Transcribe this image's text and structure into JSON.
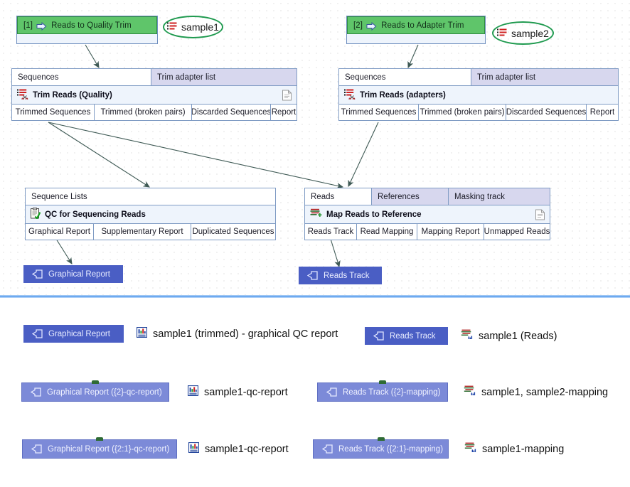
{
  "canvas": {
    "input_nodes": [
      {
        "index": "[1]",
        "label": "Reads to Quality Trim",
        "icon": "flow-arrow-icon"
      },
      {
        "index": "[2]",
        "label": "Reads to Adapter Trim",
        "icon": "flow-arrow-icon"
      }
    ],
    "sample_pills": [
      {
        "label": "sample1",
        "icon": "sequence-list-icon",
        "ring_color": "#1f9a4f"
      },
      {
        "label": "sample2",
        "icon": "sequence-list-icon",
        "ring_color": "#1f9a4f"
      }
    ],
    "process_nodes": [
      {
        "title": "Trim Reads (Quality)",
        "icon": "trim-reads-icon",
        "has_report_badge": true,
        "inputs": [
          {
            "label": "Sequences",
            "connected": true
          },
          {
            "label": "Trim adapter list",
            "connected": false
          }
        ],
        "outputs": [
          {
            "label": "Trimmed Sequences"
          },
          {
            "label": "Trimmed (broken pairs)"
          },
          {
            "label": "Discarded Sequences"
          },
          {
            "label": "Report"
          }
        ]
      },
      {
        "title": "Trim Reads (adapters)",
        "icon": "trim-reads-icon",
        "has_report_badge": false,
        "inputs": [
          {
            "label": "Sequences",
            "connected": true
          },
          {
            "label": "Trim adapter list",
            "connected": false
          }
        ],
        "outputs": [
          {
            "label": "Trimmed Sequences"
          },
          {
            "label": "Trimmed (broken pairs)"
          },
          {
            "label": "Discarded Sequences"
          },
          {
            "label": "Report"
          }
        ]
      },
      {
        "title": "QC for Sequencing Reads",
        "icon": "qc-clipboard-icon",
        "has_report_badge": false,
        "inputs": [
          {
            "label": "Sequence Lists",
            "connected": true
          }
        ],
        "outputs": [
          {
            "label": "Graphical Report"
          },
          {
            "label": "Supplementary Report"
          },
          {
            "label": "Duplicated Sequences"
          }
        ]
      },
      {
        "title": "Map Reads to Reference",
        "icon": "map-reads-icon",
        "has_report_badge": true,
        "inputs": [
          {
            "label": "Reads",
            "connected": true
          },
          {
            "label": "References",
            "connected": false
          },
          {
            "label": "Masking track",
            "connected": false
          }
        ],
        "outputs": [
          {
            "label": "Reads Track"
          },
          {
            "label": "Read Mapping"
          },
          {
            "label": "Mapping Report"
          },
          {
            "label": "Unmapped Reads"
          }
        ]
      }
    ],
    "output_nodes": [
      {
        "label": "Graphical Report",
        "icon": "output-pentagon-icon"
      },
      {
        "label": "Reads Track",
        "icon": "output-pentagon-icon"
      }
    ]
  },
  "output_panel": {
    "rows": [
      {
        "node_label": "Graphical Report",
        "node_icon": "output-pentagon-icon",
        "result_label": "sample1 (trimmed) - graphical QC report",
        "result_icon": "graphical-report-icon"
      },
      {
        "node_label": "Reads Track",
        "node_icon": "output-pentagon-icon",
        "result_label": "sample1 (Reads)",
        "result_icon": "reads-track-icon"
      },
      {
        "node_label": "Graphical Report ({2}-qc-report)",
        "node_icon": "output-pentagon-icon",
        "result_label": "sample1-qc-report",
        "result_icon": "graphical-report-icon"
      },
      {
        "node_label": "Reads Track ({2}-mapping)",
        "node_icon": "output-pentagon-icon",
        "result_label": "sample1, sample2-mapping",
        "result_icon": "reads-track-icon"
      },
      {
        "node_label": "Graphical Report ({2:1}-qc-report)",
        "node_icon": "output-pentagon-icon",
        "result_label": "sample1-qc-report",
        "result_icon": "graphical-report-icon"
      },
      {
        "node_label": "Reads Track ({2:1}-mapping)",
        "node_icon": "output-pentagon-icon",
        "result_label": "sample1-mapping",
        "result_icon": "reads-track-icon"
      }
    ]
  },
  "colors": {
    "input_node_green": "#5fc56a",
    "process_port_lavender": "#d7d7ee",
    "output_node_blue": "#4a5ec4",
    "output_node_blue_light": "#7c8ad8",
    "divider_blue": "#64a4ef",
    "ring_green": "#1f9a4f"
  }
}
